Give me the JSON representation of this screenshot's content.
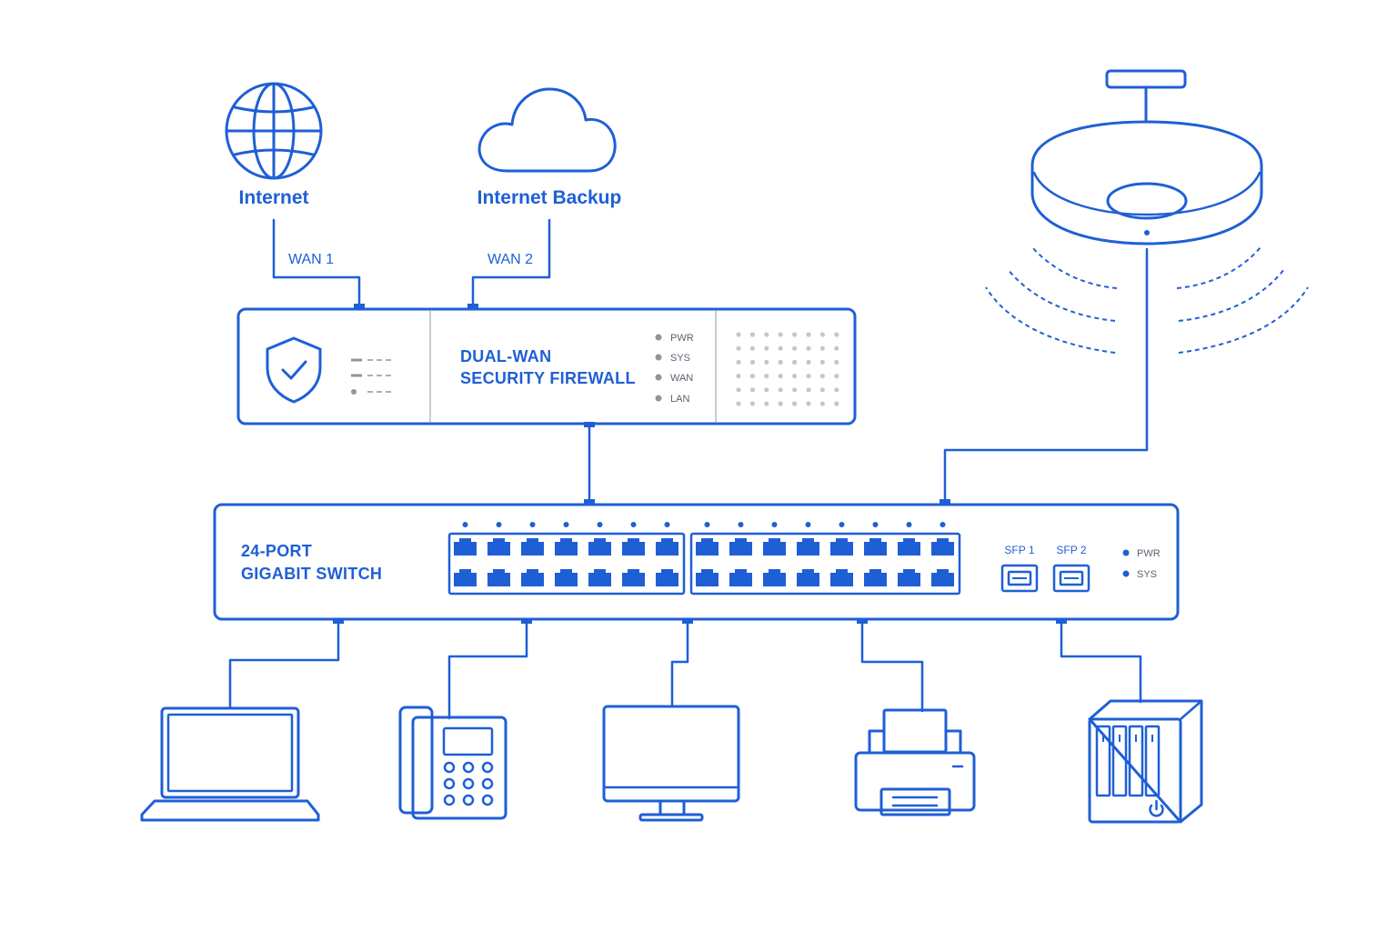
{
  "diagram": {
    "accent_color": "#1f5fd6",
    "led_color": "#8e959f",
    "nodes": {
      "internet": {
        "label": "Internet",
        "icon": "globe-icon"
      },
      "internet_backup": {
        "label": "Internet Backup",
        "icon": "cloud-icon"
      },
      "access_point": {
        "icon": "wireless-access-point-icon"
      },
      "firewall": {
        "title_line1": "DUAL-WAN",
        "title_line2": "SECURITY FIREWALL",
        "icon": "shield-check-icon",
        "leds": [
          "PWR",
          "SYS",
          "WAN",
          "LAN"
        ]
      },
      "switch": {
        "title_line1": "24-PORT",
        "title_line2": "GIGABIT SWITCH",
        "sfp_ports": [
          "SFP 1",
          "SFP 2"
        ],
        "leds": [
          "PWR",
          "SYS"
        ]
      },
      "endpoints": [
        {
          "icon": "laptop-icon"
        },
        {
          "icon": "ip-phone-icon"
        },
        {
          "icon": "monitor-icon"
        },
        {
          "icon": "printer-icon"
        },
        {
          "icon": "nas-storage-icon"
        }
      ]
    },
    "links": {
      "wan1": "WAN 1",
      "wan2": "WAN 2"
    }
  }
}
